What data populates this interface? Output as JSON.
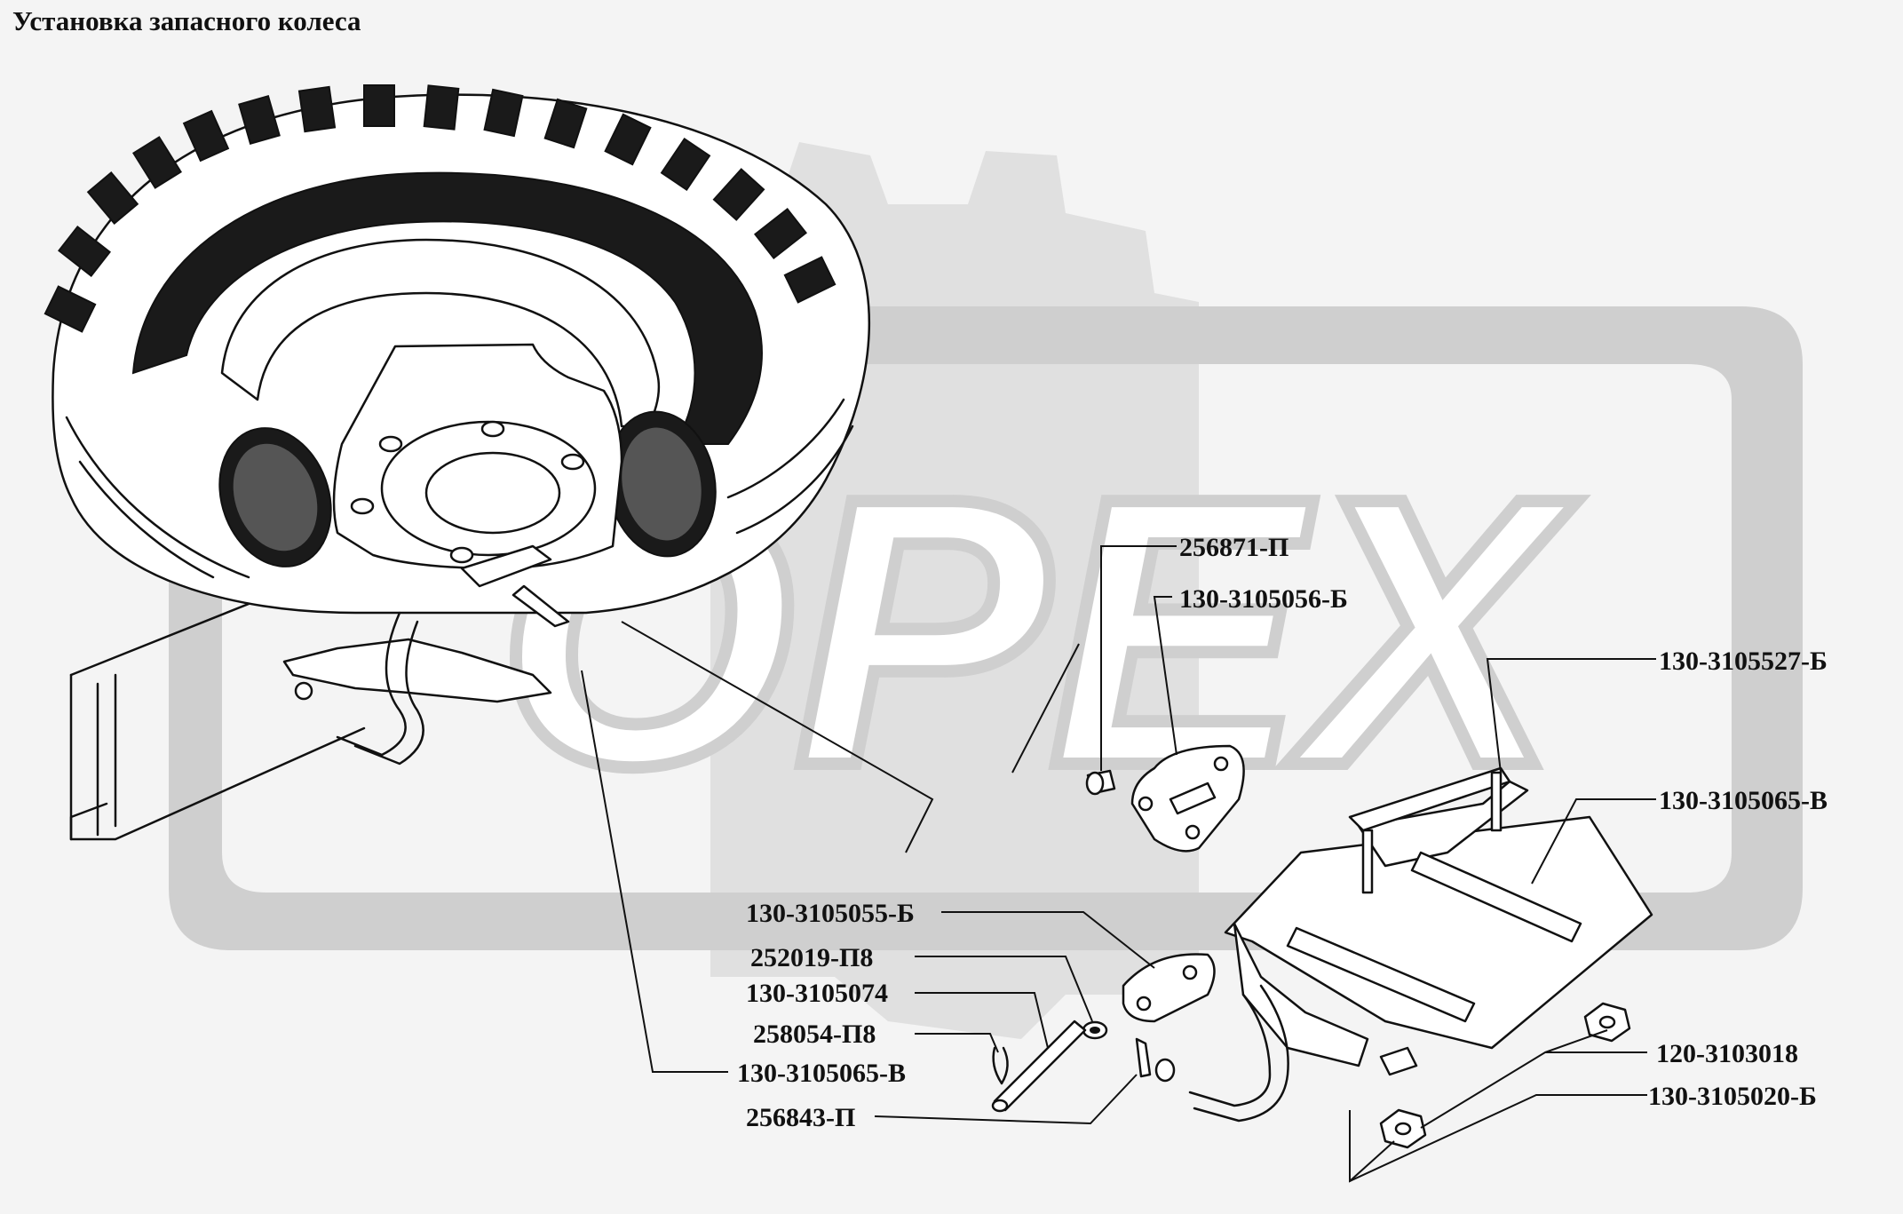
{
  "title": "Установка запасного колеса",
  "watermark": {
    "text": "OPEX",
    "color": "#cfcfcf"
  },
  "colors": {
    "ink": "#111111",
    "background": "#f4f4f4"
  },
  "parts": [
    {
      "id": "p1",
      "number": "256871-П"
    },
    {
      "id": "p2",
      "number": "130-3105056-Б"
    },
    {
      "id": "p3",
      "number": "130-3105527-Б"
    },
    {
      "id": "p4",
      "number": "130-3105065-В"
    },
    {
      "id": "p5",
      "number": "130-3105055-Б"
    },
    {
      "id": "p6",
      "number": "252019-П8"
    },
    {
      "id": "p7",
      "number": "130-3105074"
    },
    {
      "id": "p8",
      "number": "258054-П8"
    },
    {
      "id": "p9",
      "number": "130-3105065-В"
    },
    {
      "id": "p10",
      "number": "256843-П"
    },
    {
      "id": "p11",
      "number": "120-3103018"
    },
    {
      "id": "p12",
      "number": "130-3105020-Б"
    }
  ]
}
